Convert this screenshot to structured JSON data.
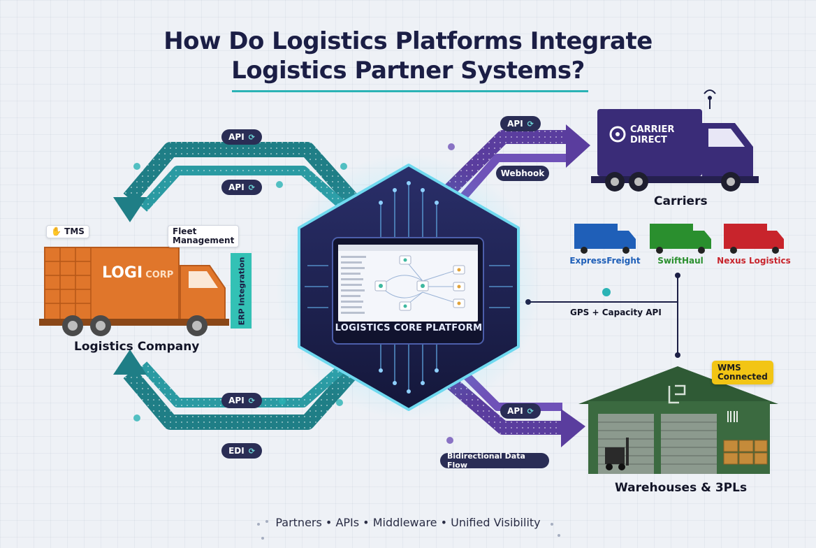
{
  "title_line1": "How Do Logistics Platforms Integrate",
  "title_line2": "Logistics Partner Systems?",
  "core": {
    "label": "LOGISTICS CORE PLATFORM"
  },
  "company": {
    "label": "Logistics Company",
    "truck_brand": "LOGI",
    "truck_brand_suffix": "CORP",
    "tags": {
      "tms": "TMS",
      "fleet": "Fleet\nManagement",
      "erp": "ERP Integration"
    }
  },
  "carriers": {
    "label": "Carriers",
    "truck_brand_line1": "CARRIER",
    "truck_brand_line2": "DIRECT",
    "brands": [
      {
        "name": "ExpressFreight",
        "color": "#1f5fb8"
      },
      {
        "name": "SwiftHaul",
        "color": "#2a8f2e"
      },
      {
        "name": "Nexus Logistics",
        "color": "#c8242c"
      }
    ]
  },
  "warehouses": {
    "label": "Warehouses & 3PLs",
    "badge": "WMS\nConnected"
  },
  "connections": {
    "api_top_1": "API",
    "api_top_2": "API",
    "api_carrier": "API",
    "webhook": "Webhook",
    "gps": "GPS + Capacity API",
    "api_bottom": "API",
    "edi": "EDI",
    "api_warehouse": "API",
    "bidirectional": "Bidirectional Data Flow"
  },
  "footer": "Partners • APIs • Middleware • Unified Visibility",
  "colors": {
    "teal": "#1f7e86",
    "purple": "#5a3d9e",
    "navy": "#1b1e45",
    "orange": "#e0762b",
    "warehouse_green": "#2f5a35"
  }
}
